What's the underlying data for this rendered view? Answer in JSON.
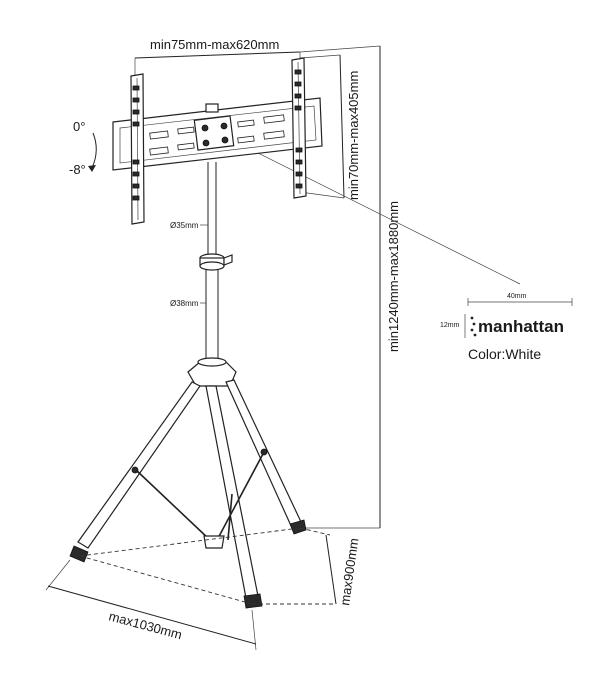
{
  "dimensions": {
    "width_range": "min75mm-max620mm",
    "height_range": "min70mm-max405mm",
    "total_height": "min1240mm-max1880mm",
    "tilt_top": "0°",
    "tilt_bottom": "-8°",
    "upper_pole": "Ø35mm",
    "lower_pole": "Ø38mm",
    "base_width": "max1030mm",
    "base_depth": "max900mm"
  },
  "logo_box": {
    "width": "40mm",
    "height": "12mm",
    "brand": "manhattan",
    "color_label": "Color:White"
  },
  "colors": {
    "line": "#222222",
    "background": "#ffffff"
  }
}
